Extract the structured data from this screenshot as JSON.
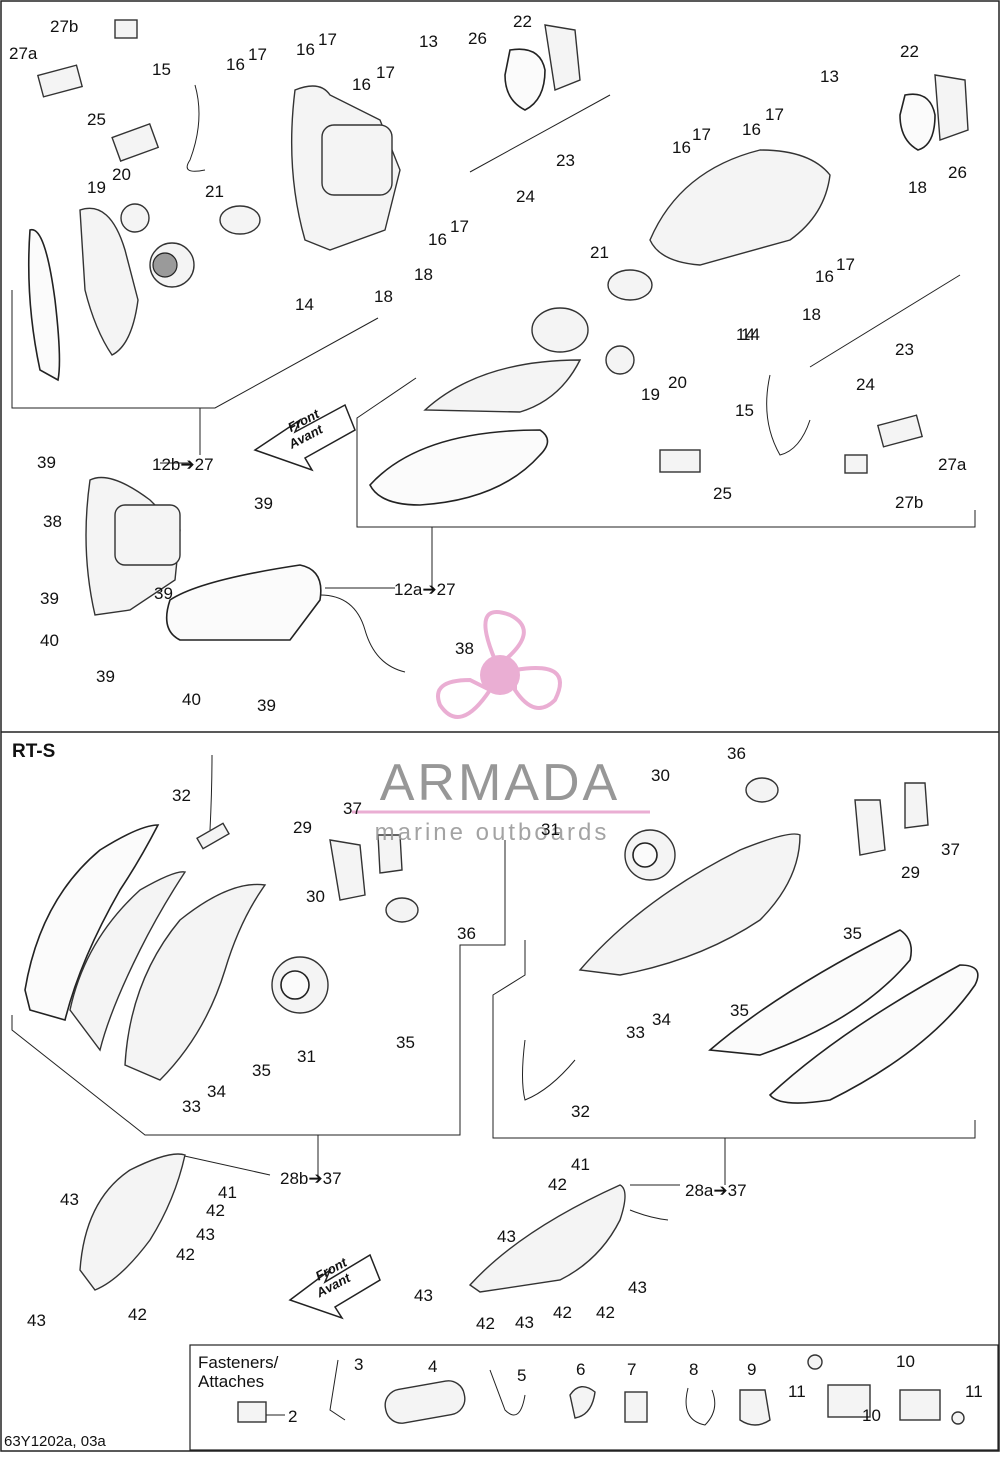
{
  "diagram": {
    "code": "63Y1202a, 03a",
    "variant_heading": "RT-S",
    "front_label": [
      "Front",
      "Avant"
    ],
    "fasteners_title": [
      "Fasteners/",
      "Attaches"
    ],
    "watermark": {
      "brand": "ARMADA",
      "tagline": "marine outboards"
    },
    "colors": {
      "line": "#222222",
      "watermark_pink": "#e8a6cf",
      "watermark_grey": "#8c8c8c"
    }
  },
  "callouts_top": [
    "27b",
    "27a",
    "15",
    "25",
    "20",
    "19",
    "21",
    "17",
    "16",
    "16",
    "17",
    "16",
    "17",
    "16",
    "17",
    "13",
    "26",
    "22",
    "23",
    "24",
    "14",
    "14",
    "18",
    "18",
    "22",
    "13",
    "26",
    "17",
    "16",
    "17",
    "16",
    "18",
    "21",
    "16",
    "17",
    "14",
    "18",
    "23",
    "24",
    "15",
    "20",
    "19",
    "25",
    "27a",
    "27b",
    "12b➔27",
    "39",
    "38",
    "39",
    "40",
    "39",
    "39",
    "39",
    "40",
    "39",
    "12a➔27",
    "38"
  ],
  "callouts_bottom": [
    "32",
    "37",
    "29",
    "30",
    "36",
    "31",
    "35",
    "35",
    "34",
    "33",
    "30",
    "36",
    "31",
    "37",
    "29",
    "35",
    "35",
    "34",
    "33",
    "32",
    "28b➔37",
    "41",
    "42",
    "43",
    "42",
    "43",
    "43",
    "42",
    "41",
    "42",
    "28a➔37",
    "43",
    "43",
    "43",
    "42",
    "42",
    "43",
    "42"
  ],
  "fastener_numbers": [
    "2",
    "3",
    "4",
    "5",
    "6",
    "7",
    "8",
    "9",
    "10",
    "11",
    "10",
    "11"
  ]
}
